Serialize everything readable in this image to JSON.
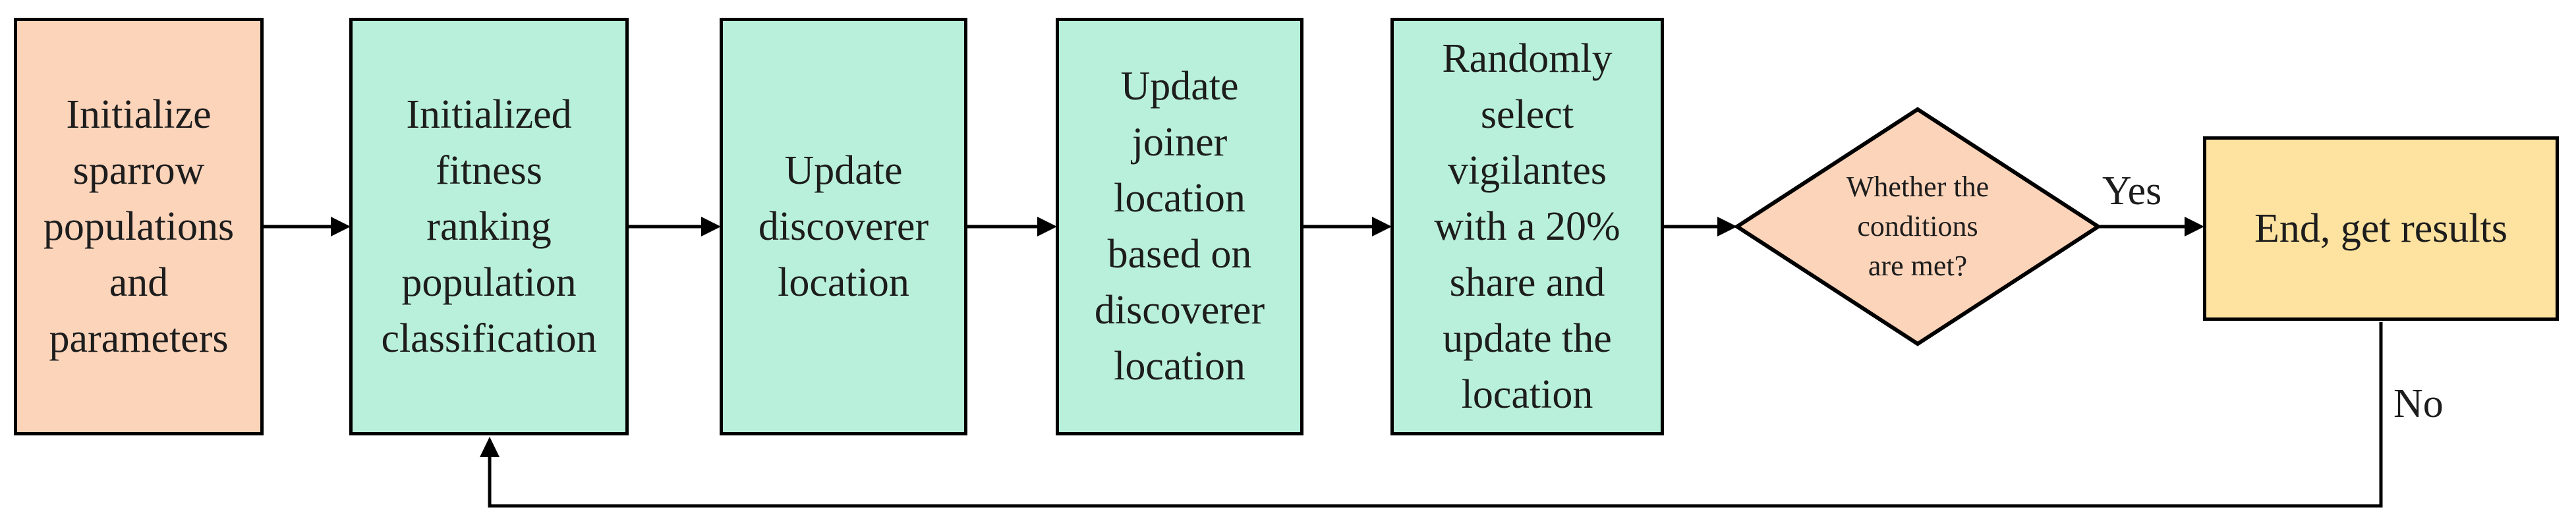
{
  "flowchart": {
    "background_color": "#ffffff",
    "line_color": "#000000",
    "text_color": "#1d1d1d",
    "nodes": {
      "start": {
        "shape": "rectangle",
        "fill_color": "#fcd4ba",
        "label": "Initialize\nsparrow\npopulations\nand\nparameters"
      },
      "fitness_ranking": {
        "shape": "rectangle",
        "fill_color": "#b9f0dc",
        "label": "Initialized\nfitness\nranking\npopulation\nclassification"
      },
      "update_discoverer": {
        "shape": "rectangle",
        "fill_color": "#b9f0dc",
        "label": "Update\ndiscoverer\nlocation"
      },
      "update_joiner": {
        "shape": "rectangle",
        "fill_color": "#b9f0dc",
        "label": "Update\njoiner\nlocation\nbased on\ndiscoverer\nlocation"
      },
      "select_vigilantes": {
        "shape": "rectangle",
        "fill_color": "#b9f0dc",
        "label": "Randomly\nselect\nvigilantes\nwith a 20%\nshare and\nupdate the\nlocation"
      },
      "condition_check": {
        "shape": "diamond",
        "fill_color": "#fcd4ba",
        "label": "Whether the\nconditions\nare met?"
      },
      "end": {
        "shape": "rectangle",
        "fill_color": "#fde2a0",
        "label": "End, get results"
      }
    },
    "edge_labels": {
      "yes": "Yes",
      "no": "No"
    }
  }
}
